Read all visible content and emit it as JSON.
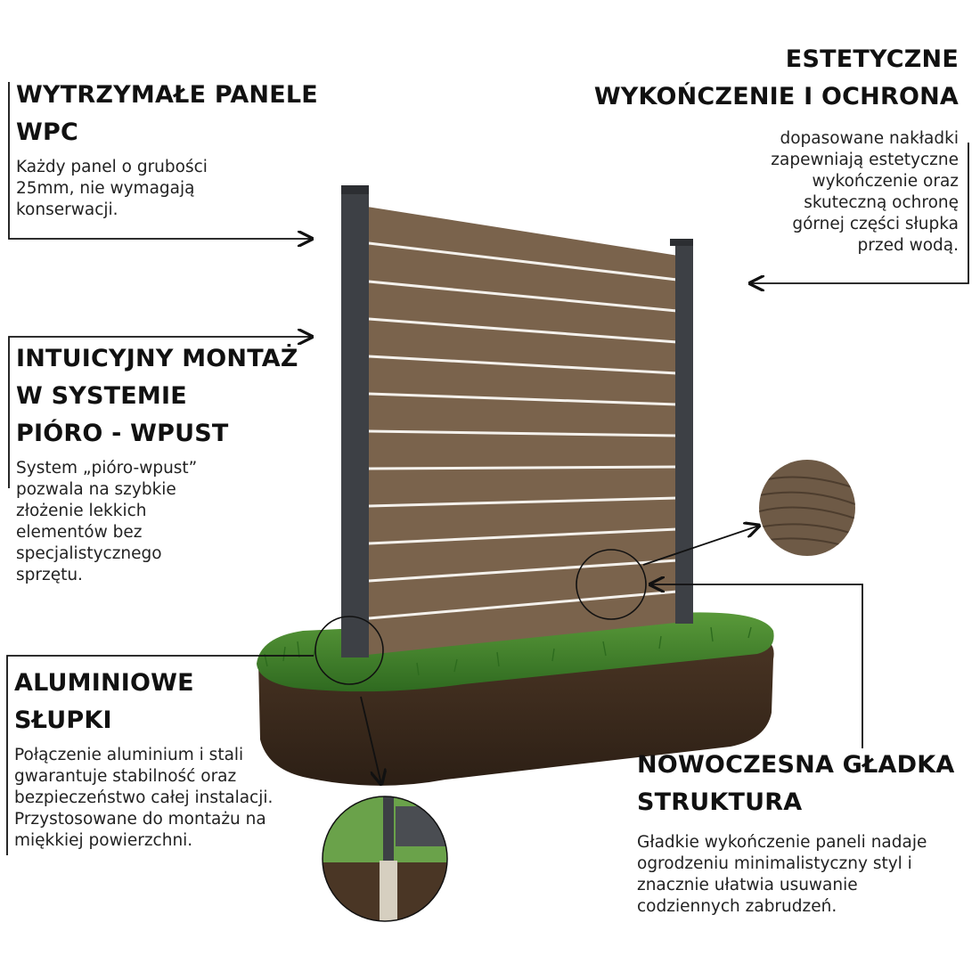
{
  "callouts": {
    "wpc": {
      "title": "WYTRZYMAŁE PANELE\nWPC",
      "text": "Każdy panel o grubości\n25mm, nie wymagają\nkonserwacji."
    },
    "estetyczne": {
      "title": "ESTETYCZNE\nWYKOŃCZENIE I OCHRONA",
      "text": "dopasowane nakładki\nzapewniają estetyczne\nwykończenie oraz\nskuteczną ochronę\ngórnej części słupka\nprzed wodą."
    },
    "montaz": {
      "title": "INTUICYJNY MONTAŻ\nW SYSTEMIE\nPIÓRO - WPUST",
      "text": "System „pióro-wpust”\npozwala na szybkie\nzłożenie lekkich\nelementów bez\nspecjalistycznego\nsprzętu."
    },
    "slupki": {
      "title": "ALUMINIOWE\nSŁUPKI",
      "text": "Połączenie aluminium i stali\ngwarantuje stabilność oraz\nbezpieczeństwo całej instalacji.\nPrzystosowane do montażu na\nmiękkiej powierzchni."
    },
    "struktura": {
      "title": "NOWOCZESNA GŁADKA\nSTRUKTURA",
      "text": "Gładkie wykończenie paneli nadaje\nogrodzeniu minimalistyczny styl i\nznacznie ułatwia usuwanie\ncodziennych zabrudzeń."
    }
  },
  "colors": {
    "panel": "#7a634c",
    "post": "#3d4045",
    "grass": "#3f7a2a",
    "soil": "#3b2a1e",
    "line": "#111111"
  },
  "illustration": {
    "fence_slats": 12,
    "icons": [
      "fence-illustration",
      "wood-texture-swatch",
      "post-foundation-detail"
    ]
  }
}
